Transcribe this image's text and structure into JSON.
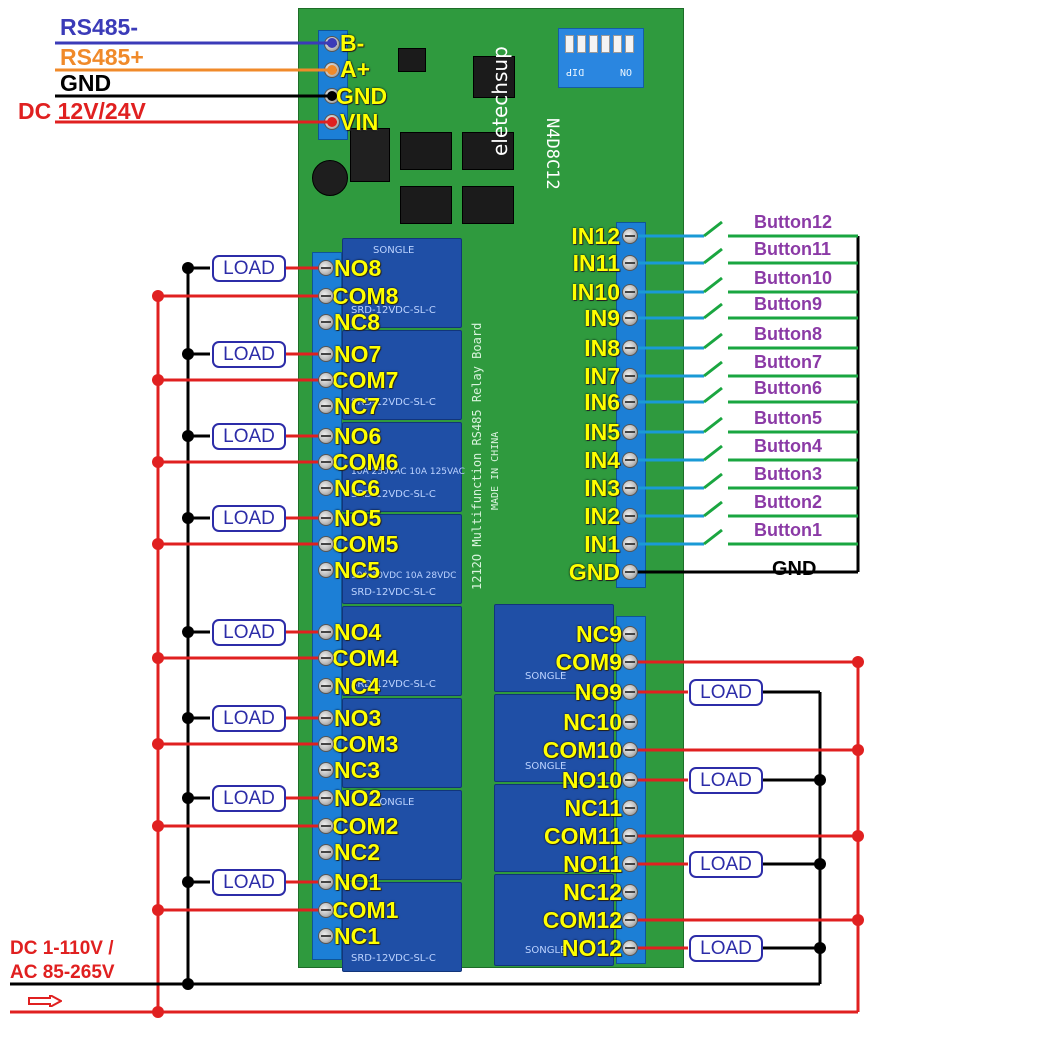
{
  "power_labels": {
    "rs485_minus": "RS485-",
    "rs485_plus": "RS485+",
    "gnd": "GND",
    "dc_supply": "DC 12V/24V"
  },
  "board_pins": {
    "b_minus": "B-",
    "a_plus": "A+",
    "gnd": "GND",
    "vin": "VIN"
  },
  "board_text": {
    "brand": "eletechsup",
    "model": "N4D8C12",
    "description": "1212O Multifunction RS485 Relay Board",
    "made_in": "MADE IN CHINA",
    "dip_left": "DIP",
    "dip_right": "ON",
    "relay_brand": "SONGLE",
    "relay_rating_1": "10A 250VAC  10A 125VAC",
    "relay_rating_2": "10A 30VDC  10A 28VDC",
    "relay_model": "SRD-12VDC-SL-C"
  },
  "left_terminals": [
    {
      "no": "NO8",
      "com": "COM8",
      "nc": "NC8"
    },
    {
      "no": "NO7",
      "com": "COM7",
      "nc": "NC7"
    },
    {
      "no": "NO6",
      "com": "COM6",
      "nc": "NC6"
    },
    {
      "no": "NO5",
      "com": "COM5",
      "nc": "NC5"
    },
    {
      "no": "NO4",
      "com": "COM4",
      "nc": "NC4"
    },
    {
      "no": "NO3",
      "com": "COM3",
      "nc": "NC3"
    },
    {
      "no": "NO2",
      "com": "COM2",
      "nc": "NC2"
    },
    {
      "no": "NO1",
      "com": "COM1",
      "nc": "NC1"
    }
  ],
  "right_terminals": [
    {
      "nc": "NC9",
      "com": "COM9",
      "no": "NO9"
    },
    {
      "nc": "NC10",
      "com": "COM10",
      "no": "NO10"
    },
    {
      "nc": "NC11",
      "com": "COM11",
      "no": "NO11"
    },
    {
      "nc": "NC12",
      "com": "COM12",
      "no": "NO12"
    }
  ],
  "inputs": [
    "IN12",
    "IN11",
    "IN10",
    "IN9",
    "IN8",
    "IN7",
    "IN6",
    "IN5",
    "IN4",
    "IN3",
    "IN2",
    "IN1",
    "GND"
  ],
  "buttons": [
    "Button12",
    "Button11",
    "Button10",
    "Button9",
    "Button8",
    "Button7",
    "Button6",
    "Button5",
    "Button4",
    "Button3",
    "Button2",
    "Button1",
    "GND"
  ],
  "load_label": "LOAD",
  "load_supply": {
    "line1": "DC 1-110V /",
    "line2": "AC 85-265V"
  },
  "colors": {
    "rs485_minus": "#3b3bb8",
    "rs485_plus": "#f08a2a",
    "gnd": "#000000",
    "dc": "#e02020",
    "input_wire": "#1a9ad6",
    "button_switch": "#1aa640",
    "button_text": "#8b3aa6",
    "terminal_text": "#ffff00"
  }
}
